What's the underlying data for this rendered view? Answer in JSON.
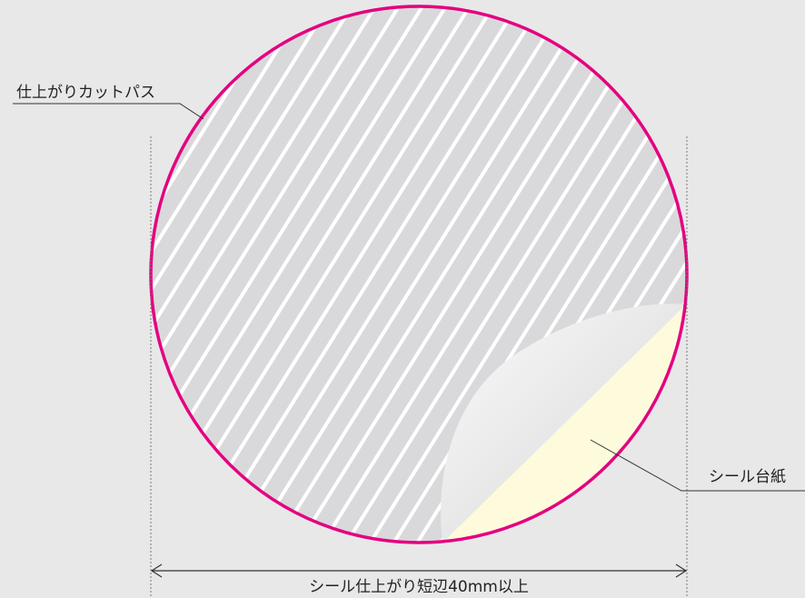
{
  "diagram": {
    "labels": {
      "cut_path": "仕上がりカットパス",
      "backing_sheet": "シール台紙",
      "size_note": "シール仕上がり短辺40mm以上"
    },
    "colors": {
      "background": "#e8e8e9",
      "cut_path_stroke": "#e4007f",
      "hatch_fill": "#d9d9db",
      "hatch_stripe": "#ffffff",
      "backing_sheet_fill": "#fdfbdc",
      "peeled_sticker_light": "#f2f2f2",
      "peeled_sticker_dark": "#bdbdbd",
      "guide_line": "#777777",
      "leader_line": "#333333"
    }
  }
}
